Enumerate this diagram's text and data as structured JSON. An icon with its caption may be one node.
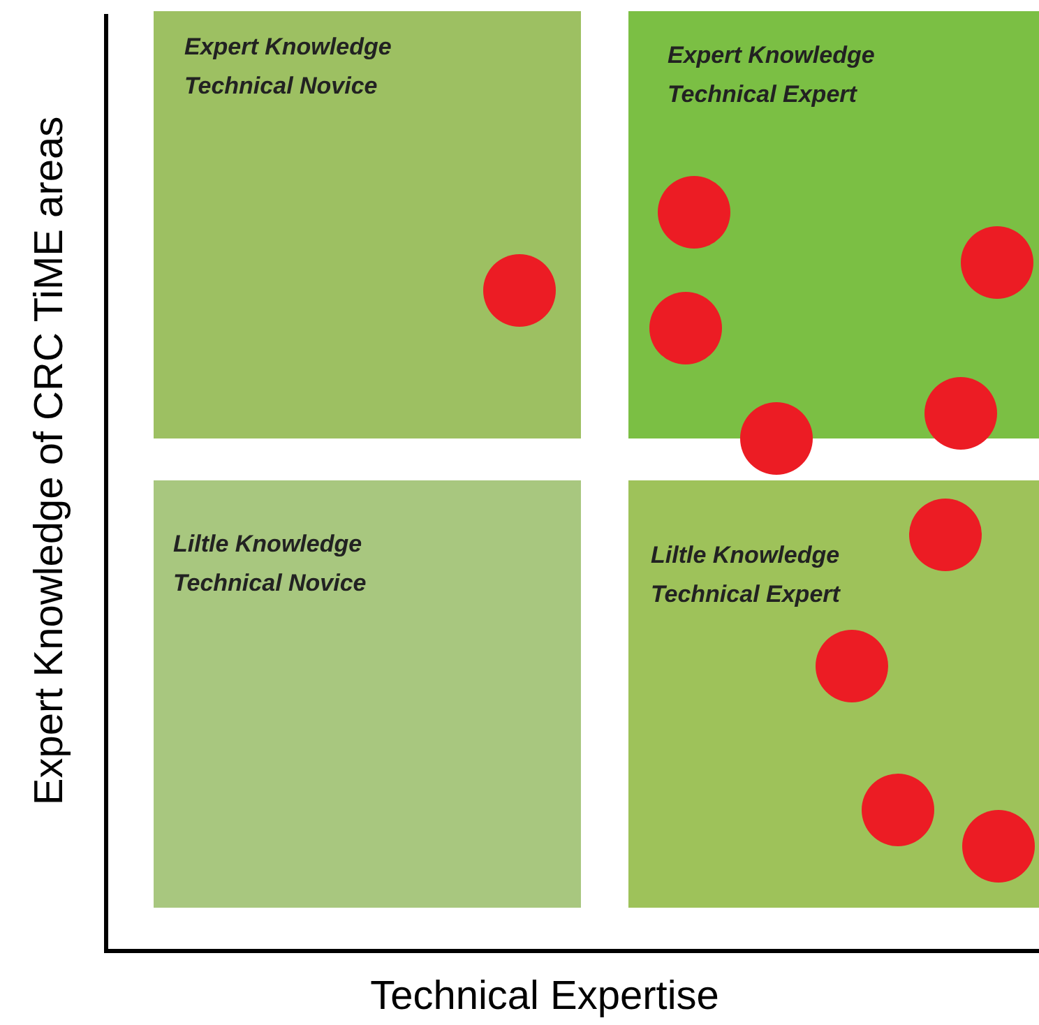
{
  "diagram": {
    "nodes": [
      {
        "text": [
          "Expert Knowledge",
          "Technical Novice"
        ]
      },
      {
        "text": [
          "Expert Knowledge",
          "Technical Expert"
        ]
      },
      {
        "text": [
          "Liltle Knowledge",
          "Technical Novice"
        ]
      },
      {
        "text": [
          "Liltle Knowledge",
          "Technical Expert"
        ]
      }
    ],
    "labels": [
      "Expert Knowledge of CRC TiME areas",
      "Technical Expertise"
    ]
  }
}
